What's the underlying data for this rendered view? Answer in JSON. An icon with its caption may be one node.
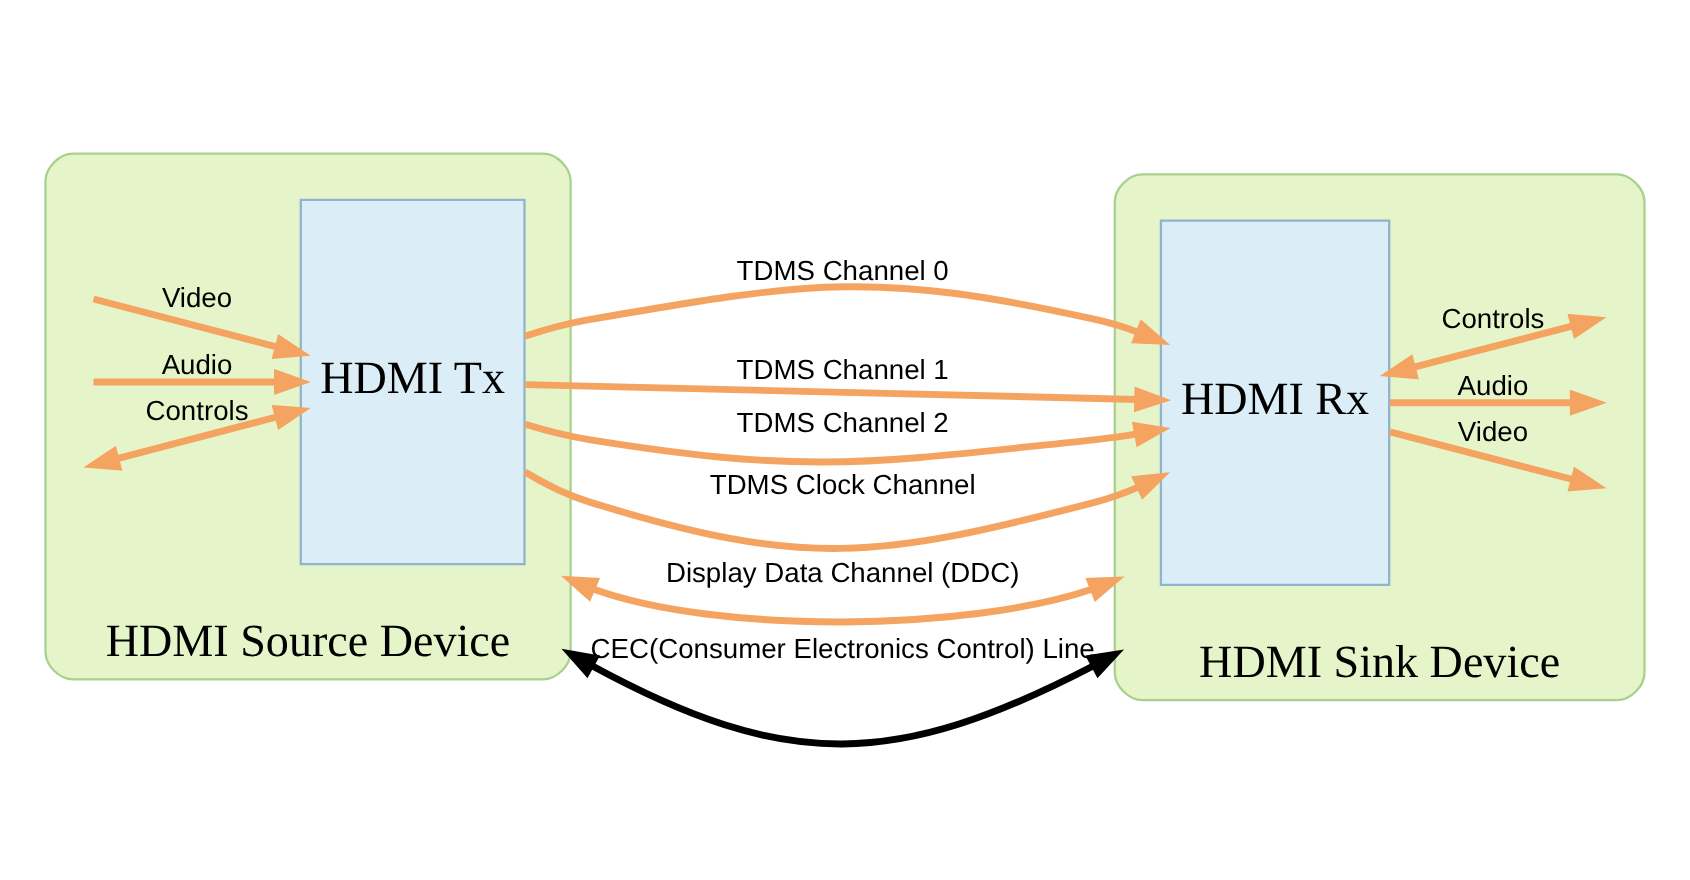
{
  "diagram": {
    "nodes": [
      {
        "text": [
          "HDMI Source Device"
        ]
      },
      {
        "text": [
          "HDMI Tx"
        ],
        "in": 0
      },
      {
        "text": [
          "HDMI Sink Device"
        ]
      },
      {
        "text": [
          "HDMI Rx"
        ],
        "in": 2
      }
    ],
    "edges": [
      {
        "from": null,
        "to": 1,
        "arrow": "to",
        "label": "Video"
      },
      {
        "from": null,
        "to": 1,
        "arrow": "to",
        "label": "Audio"
      },
      {
        "from": null,
        "to": 1,
        "arrow": "both",
        "label": "Controls"
      },
      {
        "from": 1,
        "to": 3,
        "arrow": "to",
        "label": "TDMS Channel 0"
      },
      {
        "from": 1,
        "to": 3,
        "arrow": "to",
        "label": "TDMS Channel 1"
      },
      {
        "from": 1,
        "to": 3,
        "arrow": "to",
        "label": "TDMS Channel 2"
      },
      {
        "from": 1,
        "to": 3,
        "arrow": "to",
        "label": "TDMS Clock Channel"
      },
      {
        "from": 3,
        "to": null,
        "arrow": "to",
        "label": "Video"
      },
      {
        "from": 3,
        "to": null,
        "arrow": "to",
        "label": "Audio"
      },
      {
        "from": 3,
        "to": null,
        "arrow": "both",
        "label": "Controls"
      },
      {
        "from": 0,
        "to": 2,
        "arrow": "both",
        "label": "Display Data Channel (DDC)"
      },
      {
        "from": 0,
        "to": 2,
        "arrow": "both",
        "label": "CEC(Consumer Electronics Control) Line",
        "color": "#000000"
      }
    ]
  }
}
